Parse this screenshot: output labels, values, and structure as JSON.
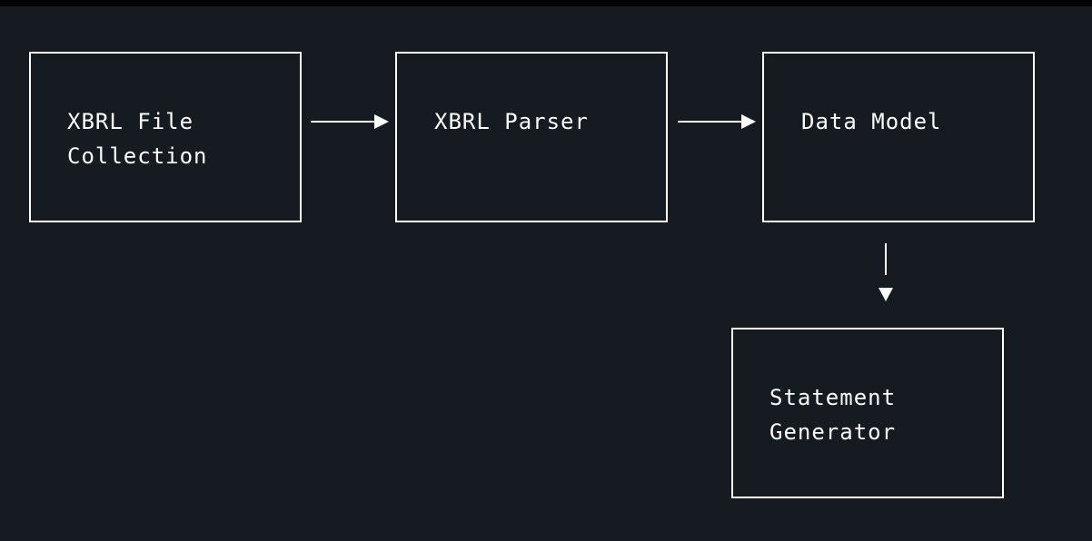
{
  "diagram": {
    "nodes": [
      {
        "id": "xbrl-file-collection",
        "label": "XBRL File\nCollection"
      },
      {
        "id": "xbrl-parser",
        "label": "XBRL Parser"
      },
      {
        "id": "data-model",
        "label": "Data Model"
      },
      {
        "id": "statement-generator",
        "label": "Statement\nGenerator"
      }
    ],
    "edges": [
      {
        "from": "xbrl-file-collection",
        "to": "xbrl-parser"
      },
      {
        "from": "xbrl-parser",
        "to": "data-model"
      },
      {
        "from": "data-model",
        "to": "statement-generator"
      }
    ]
  },
  "colors": {
    "background": "#161b22",
    "frame": "#000000",
    "foreground": "#ffffff"
  }
}
